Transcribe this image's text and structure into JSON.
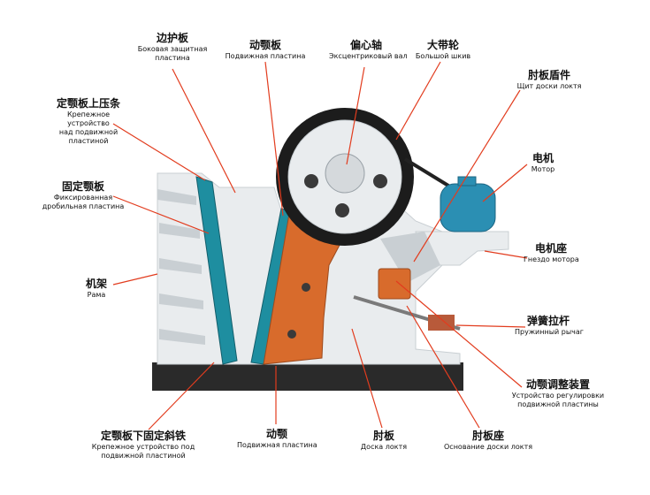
{
  "colors": {
    "leader": "#e23c1e",
    "frame": "#e9ecee",
    "frame_shadow": "#c9cfd3",
    "jaw_teal": "#1e8ea0",
    "jaw_orange": "#d86b2c",
    "base": "#2a2a2a",
    "flywheel_tyre": "#1c1c1c",
    "motor": "#2b8fb3"
  },
  "labels": {
    "side_plate": {
      "cn": "边护板",
      "ru": "Боковая защитная пластина"
    },
    "movable_jaw_plate": {
      "cn": "动颚板",
      "ru": "Подвижная пластина"
    },
    "eccentric_shaft": {
      "cn": "偏心轴",
      "ru": "Эксцентриковый вал"
    },
    "big_pulley": {
      "cn": "大带轮",
      "ru": "Большой шкив"
    },
    "toggle_guard": {
      "cn": "肘板盾件",
      "ru": "Щит доски локтя"
    },
    "fixed_jaw_clamp": {
      "cn": "定颚板上压条",
      "ru1": "Крепежное",
      "ru2": "устройство",
      "ru3": "над подвижной",
      "ru4": "пластиной"
    },
    "fixed_jaw_plate": {
      "cn": "固定颚板",
      "ru1": "Фиксированная",
      "ru2": "дробильная пластина"
    },
    "motor": {
      "cn": "电机",
      "ru": "Мотор"
    },
    "motor_base": {
      "cn": "电机座",
      "ru": "Гнездо мотора"
    },
    "frame": {
      "cn": "机架",
      "ru": "Рама"
    },
    "spring_rod": {
      "cn": "弹簧拉杆",
      "ru": "Пружинный рычаг"
    },
    "adjust_device": {
      "cn": "动颚调整装置",
      "ru1": "Устройство регулировки",
      "ru2": "подвижной пластины"
    },
    "lower_wedge": {
      "cn": "定颚板下固定斜铁",
      "ru1": "Крепежное устройство под",
      "ru2": "подвижной пластиной"
    },
    "movable_jaw": {
      "cn": "动颚",
      "ru": "Подвижная пластина"
    },
    "toggle_plate": {
      "cn": "肘板",
      "ru": "Доска локтя"
    },
    "toggle_seat": {
      "cn": "肘板座",
      "ru": "Основание доски локтя"
    }
  }
}
